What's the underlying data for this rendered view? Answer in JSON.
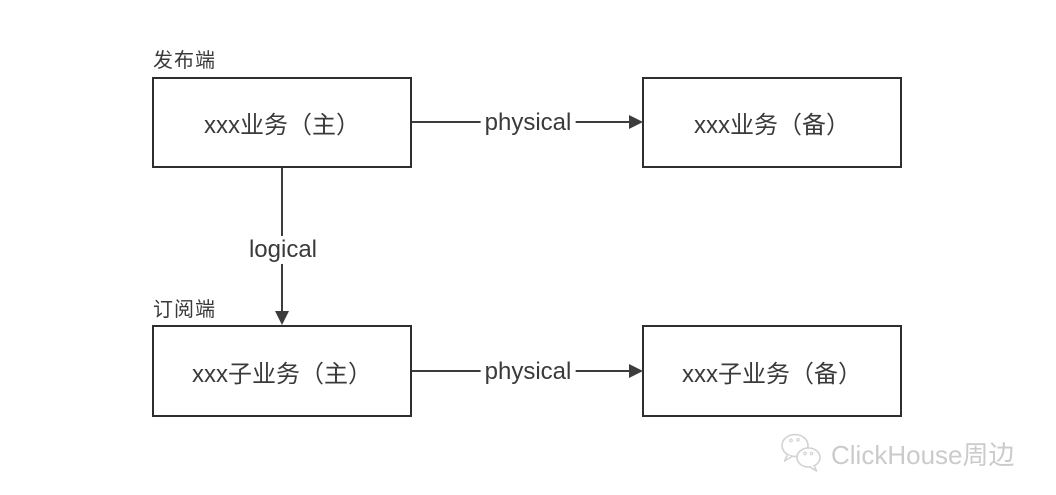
{
  "diagram": {
    "publisher_label": "发布端",
    "subscriber_label": "订阅端",
    "nodes": {
      "main_primary": "xxx业务（主）",
      "main_backup": "xxx业务（备）",
      "sub_primary": "xxx子业务（主）",
      "sub_backup": "xxx子业务（备）"
    },
    "edges": {
      "physical_top": "physical",
      "logical": "logical",
      "physical_bottom": "physical"
    }
  },
  "watermark": {
    "text": "ClickHouse周边",
    "icon": "wechat-icon"
  },
  "colors": {
    "background": "#ffffff",
    "box_border": "#2e2e2e",
    "line": "#3c3c3c",
    "text": "#3a3a3a",
    "watermark": "#cbcbcb"
  }
}
